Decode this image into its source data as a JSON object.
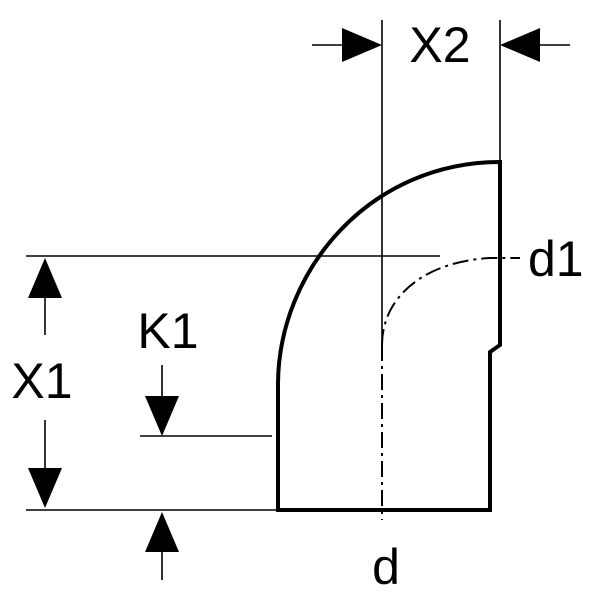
{
  "labels": {
    "x2": "X2",
    "x1": "X1",
    "k1": "K1",
    "d1": "d1",
    "d": "d"
  },
  "colors": {
    "line": "#000000",
    "background": "#ffffff"
  }
}
